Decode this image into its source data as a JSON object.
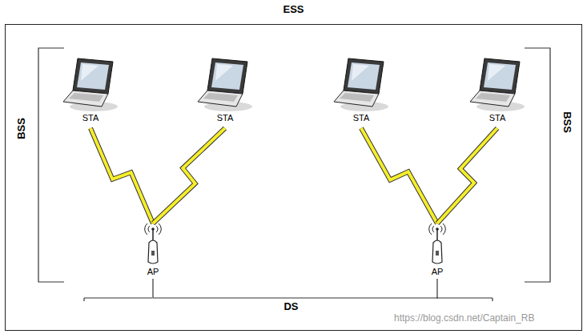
{
  "diagram": {
    "nodes": [
      {
        "text": [
          "ESS"
        ]
      },
      {
        "text": [
          "STA"
        ],
        "in": 0
      },
      {
        "text": [
          "STA"
        ],
        "in": 0
      },
      {
        "text": [
          "STA"
        ],
        "in": 0
      },
      {
        "text": [
          "STA"
        ],
        "in": 0
      },
      {
        "text": [
          "AP"
        ],
        "in": 0
      },
      {
        "text": [
          "AP"
        ],
        "in": 0
      }
    ],
    "edges": [
      {
        "from": 1,
        "to": 5,
        "arrow": "none"
      },
      {
        "from": 2,
        "to": 5,
        "arrow": "none"
      },
      {
        "from": 3,
        "to": 6,
        "arrow": "none"
      },
      {
        "from": 4,
        "to": 6,
        "arrow": "none"
      },
      {
        "from": 5,
        "to": 6,
        "arrow": "none",
        "label": "DS"
      }
    ],
    "labels": [
      "BSS",
      "BSS",
      "https://blog.csdn.net/Captain_RB"
    ]
  }
}
